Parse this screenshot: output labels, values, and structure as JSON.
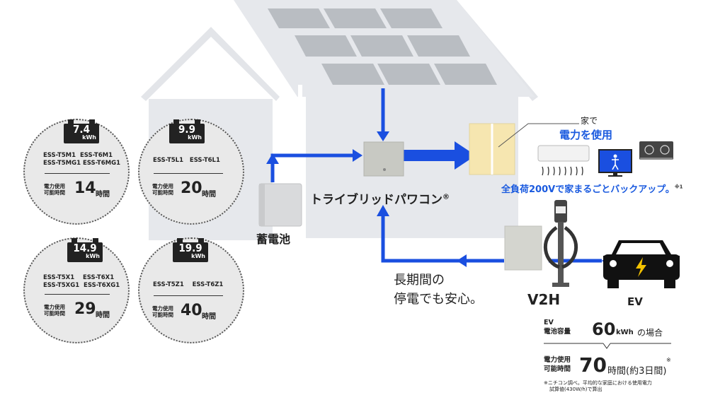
{
  "batteries": [
    {
      "kwh": "7.4",
      "unit": "kWh",
      "models": [
        "ESS-T5M1",
        "ESS-T6M1",
        "ESS-T5MG1",
        "ESS-T6MG1"
      ],
      "hours_label": [
        "電力使用",
        "可能時間"
      ],
      "hours": "14",
      "hours_suffix": "時間"
    },
    {
      "kwh": "9.9",
      "unit": "kWh",
      "models": [
        "ESS-T5L1",
        "ESS-T6L1"
      ],
      "hours_label": [
        "電力使用",
        "可能時間"
      ],
      "hours": "20",
      "hours_suffix": "時間"
    },
    {
      "kwh": "14.9",
      "unit": "kWh",
      "models": [
        "ESS-T5X1",
        "ESS-T6X1",
        "ESS-T5XG1",
        "ESS-T6XG1"
      ],
      "hours_label": [
        "電力使用",
        "可能時間"
      ],
      "hours": "29",
      "hours_suffix": "時間"
    },
    {
      "kwh": "19.9",
      "unit": "kWh",
      "models": [
        "ESS-T5Z1",
        "ESS-T6Z1"
      ],
      "hours_label": [
        "電力使用",
        "可能時間"
      ],
      "hours": "40",
      "hours_suffix": "時間"
    }
  ],
  "storage_label": "蓄電池",
  "powercon_label": "トライブリッドパワコン",
  "powercon_mark": "®",
  "home_use": {
    "line1": "家で",
    "line2": "電力を使用"
  },
  "backup_text": "全負荷200Vで家まるごとバックアップ。",
  "backup_note": "※1",
  "long_outage": [
    "長期間の",
    "停電でも安心。"
  ],
  "v2h_label": "V2H",
  "ev_label": "EV",
  "ev_capacity": {
    "prefix": [
      "EV",
      "電池容量"
    ],
    "value": "60",
    "unit": "kWh",
    "suffix": "の場合"
  },
  "ev_hours": {
    "label": [
      "電力使用",
      "可能時間"
    ],
    "value": "70",
    "suffix": "時間(約3日間)",
    "mark": "※"
  },
  "footnote": [
    "※ニチコン調べ。平均的な家庭における使用電力",
    "試算値(430W/h)で算出"
  ],
  "colors": {
    "arrow": "#1a4fe0",
    "accent_blue": "#1a5adf",
    "house": "#e6e8ec",
    "panel": "#b9bdc2",
    "circle": "#e9e9e9"
  }
}
